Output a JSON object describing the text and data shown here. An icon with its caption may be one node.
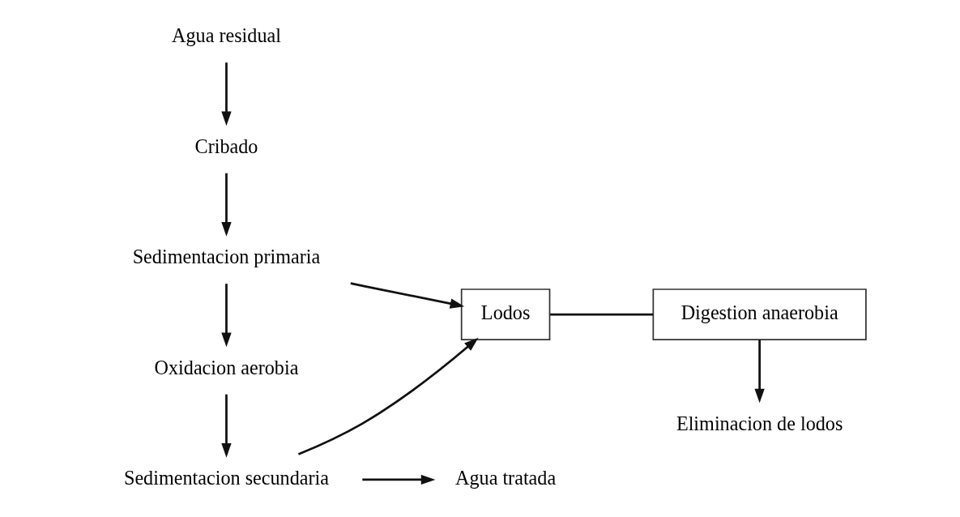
{
  "diagram": {
    "nodes": [
      {
        "text": [
          "Agua residual"
        ]
      },
      {
        "text": [
          "Cribado"
        ]
      },
      {
        "text": [
          "Sedimentacion primaria"
        ]
      },
      {
        "text": [
          "Oxidacion aerobia"
        ]
      },
      {
        "text": [
          "Sedimentacion secundaria"
        ]
      },
      {
        "text": [
          "Lodos"
        ]
      },
      {
        "text": [
          "Agua tratada"
        ]
      },
      {
        "text": [
          "Eliminacion de lodos"
        ]
      },
      {
        "text": [
          "Digestion anaerobia"
        ]
      }
    ],
    "edges": [
      {
        "from": 0,
        "to": 1,
        "arrow": "to"
      },
      {
        "from": 1,
        "to": 2,
        "arrow": "to"
      },
      {
        "from": 2,
        "to": 3,
        "arrow": "to"
      },
      {
        "from": 3,
        "to": 4,
        "arrow": "to"
      },
      {
        "from": 2,
        "to": 5,
        "arrow": "to"
      },
      {
        "from": 4,
        "to": 5,
        "arrow": "to"
      },
      {
        "from": 4,
        "to": 6,
        "arrow": "to"
      },
      {
        "from": 5,
        "to": 8,
        "arrow": "none"
      },
      {
        "from": 8,
        "to": 7,
        "arrow": "to"
      }
    ]
  }
}
